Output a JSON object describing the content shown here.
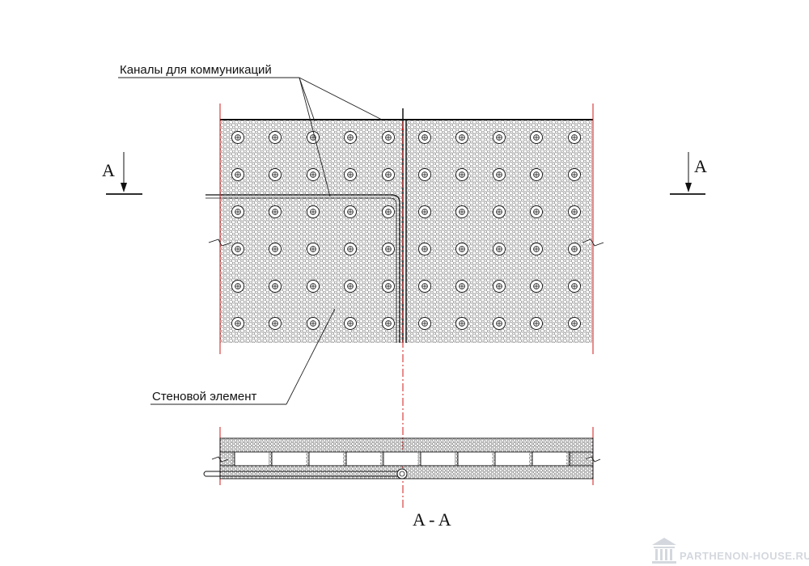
{
  "labels": {
    "channels": "Каналы для коммуникаций",
    "wall_element": "Стеновой элемент",
    "section_left": "A",
    "section_right": "A",
    "section_title": "A - A"
  },
  "watermark": {
    "text": "PARTHENON-HOUSE.RU"
  },
  "colors": {
    "line": "#111111",
    "axis": "#d01818",
    "hatch": "#6a6a6a",
    "watermark": "#d4d8de"
  },
  "icons": {
    "section_arrow": "arrow-down-icon",
    "channel": "circle-plus-icon",
    "logo": "temple-icon"
  },
  "grid": {
    "channel_rows": 6,
    "channel_columns": 10
  }
}
